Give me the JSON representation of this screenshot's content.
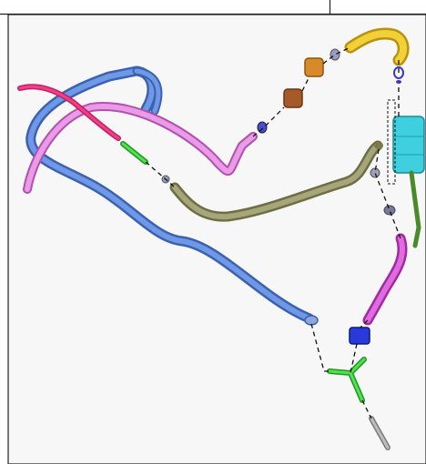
{
  "diagram": {
    "type": "exploded-hose-routing-illustration",
    "background_color": "#f7f7f7",
    "colors": {
      "large_blue_hose": "#5b86d6",
      "pink_hose": "#e07ad8",
      "magenta_pipe": "#e8307a",
      "olive_hose": "#9a9a6a",
      "yellow_hose": "#e8c21a",
      "reservoir": "#3fd0e0",
      "green_fitting": "#3ad23a",
      "violet_hose": "#d64fd6",
      "clamp": "#8a8ab0",
      "bracket_orange": "#d88a2a",
      "dark_blue_clip": "#2a3ad8",
      "dashed_line": "#111111"
    },
    "components": [
      {
        "name": "large-blue-hose"
      },
      {
        "name": "pink-hose"
      },
      {
        "name": "magenta-pipe"
      },
      {
        "name": "olive-hose"
      },
      {
        "name": "yellow-hose"
      },
      {
        "name": "coolant-reservoir"
      },
      {
        "name": "green-fitting-upper"
      },
      {
        "name": "green-t-fitting-lower"
      },
      {
        "name": "violet-hose"
      },
      {
        "name": "clamps"
      }
    ]
  }
}
